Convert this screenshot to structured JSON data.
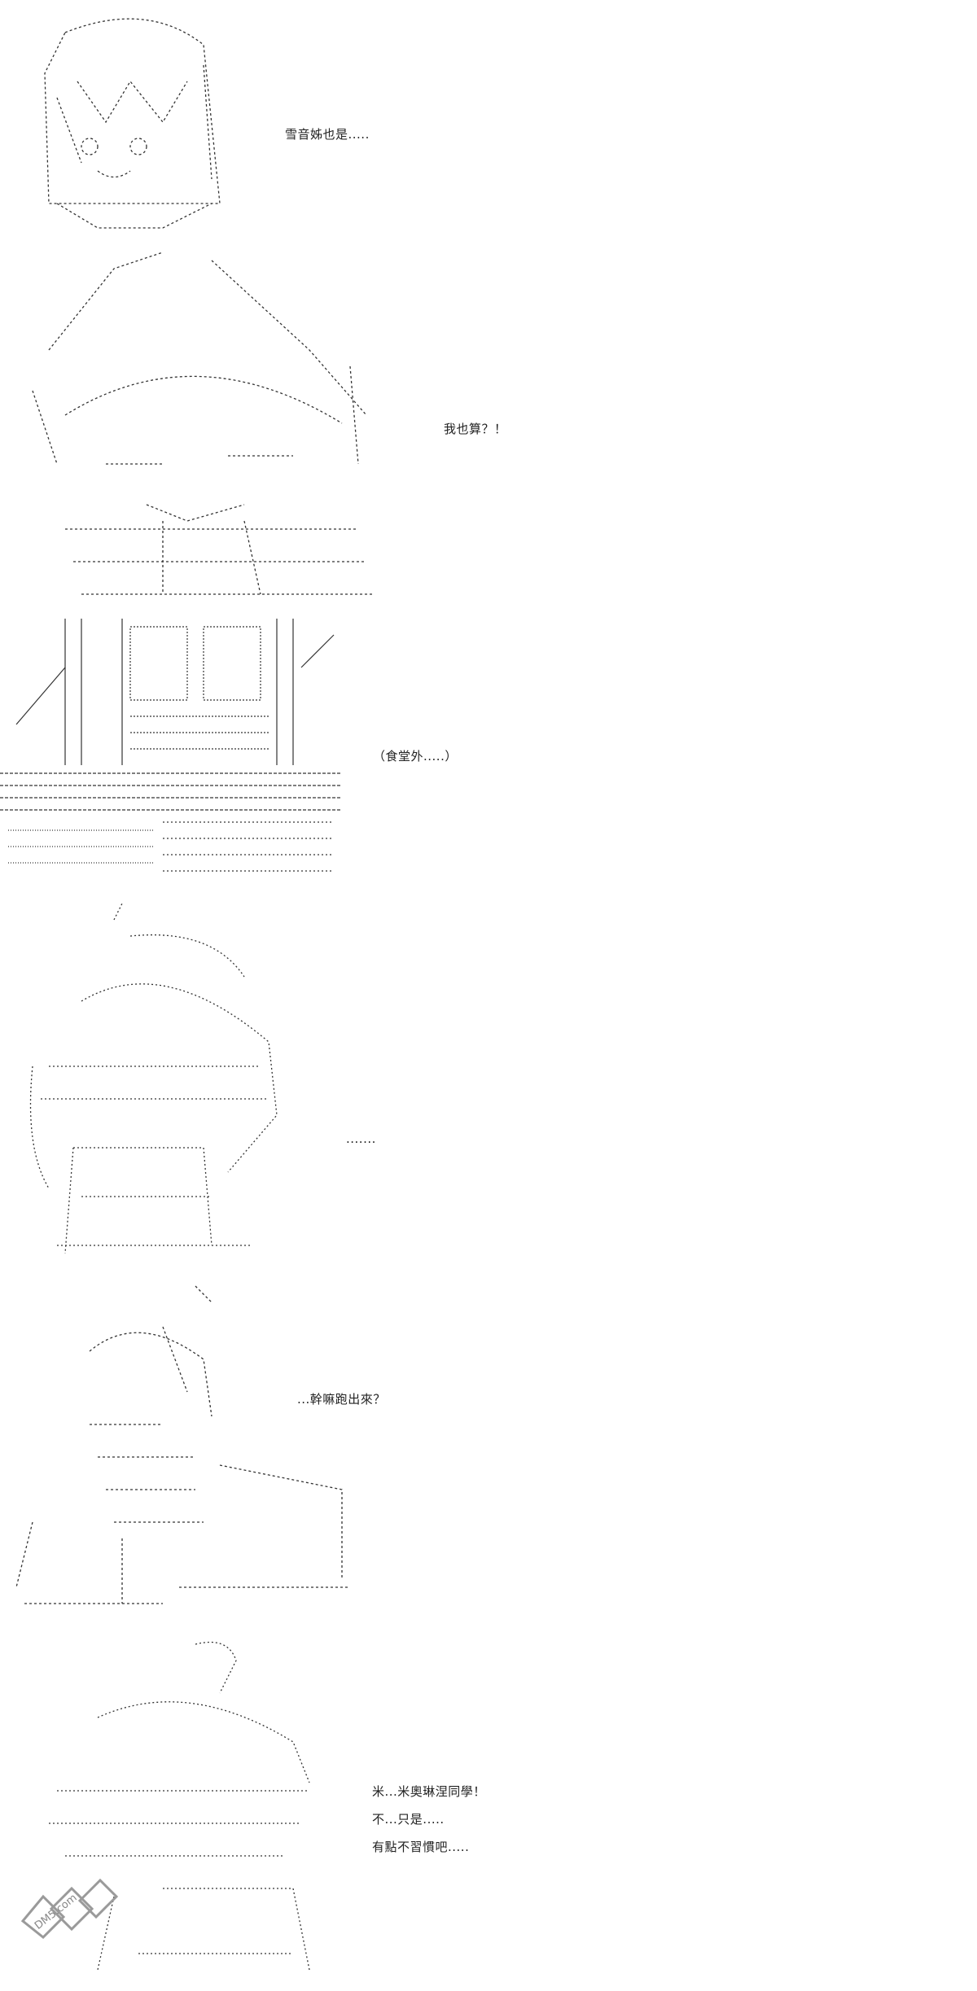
{
  "panels": [
    {
      "id": "p1",
      "dialogue": [
        "雪音姊也是....."
      ]
    },
    {
      "id": "p2",
      "dialogue": [
        "我也算？！"
      ]
    },
    {
      "id": "p3",
      "dialogue": [
        "（食堂外.....）"
      ]
    },
    {
      "id": "p4",
      "dialogue": [
        "......."
      ]
    },
    {
      "id": "p5",
      "dialogue": [
        "...幹嘛跑出來？"
      ]
    },
    {
      "id": "p6",
      "dialogue": [
        "米...米奧琳涅同學！",
        "不...只是.....",
        "有點不習慣吧....."
      ]
    }
  ],
  "watermark": {
    "text": "DM5.com"
  },
  "icons": {
    "logo": "dm5-logo-icon"
  },
  "colors": {
    "ink": "#222222",
    "watermark": "#9a9a9a"
  }
}
